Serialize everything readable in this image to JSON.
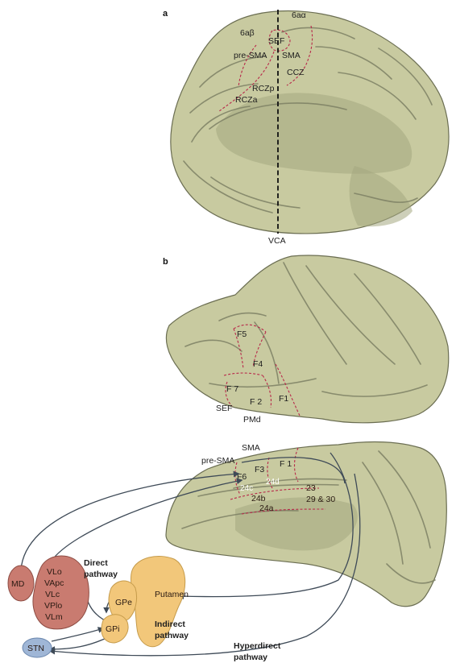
{
  "panel_a": {
    "panel_label": "a",
    "labels": {
      "a6ab": "6aβ",
      "a6aa": "6aα",
      "sef": "SEF",
      "presma": "pre-SMA",
      "sma": "SMA",
      "ccz": "CCZ",
      "rczp": "RCZp",
      "rcza": "RCZa",
      "vca": "VCA"
    }
  },
  "panel_b": {
    "panel_label": "b",
    "lateral_labels": {
      "f5": "F5",
      "f4": "F4",
      "f7": "F 7",
      "f2": "F 2",
      "f1": "F1",
      "sef": "SEF",
      "pmd": "PMd"
    },
    "medial_labels": {
      "sma": "SMA",
      "presma": "pre-SMA",
      "f6": "F6",
      "f3": "F3",
      "f1": "F 1",
      "a24c": "24c",
      "a24d": "24d",
      "a23": "23",
      "a24b": "24b",
      "a2930": "29 & 30",
      "a24a": "24a"
    }
  },
  "nuclei": {
    "md": "MD",
    "thalamus": [
      "VLo",
      "VApc",
      "VLc",
      "VPlo",
      "VLm"
    ],
    "putamen": "Putamen",
    "gpe": "GPe",
    "gpi": "GPi",
    "stn": "STN"
  },
  "pathways": {
    "direct_line1": "Direct",
    "direct_line2": "pathway",
    "indirect_line1": "Indirect",
    "indirect_line2": "pathway",
    "hyperdirect_line1": "Hyperdirect",
    "hyperdirect_line2": "pathway"
  },
  "colors": {
    "cortex": "#c8caa0",
    "region_border": "#b8294a",
    "thalamus": "#c97b70",
    "basal_ganglia": "#f2c77a",
    "stn": "#9fb6d6",
    "arrows": "#3e4a57"
  }
}
